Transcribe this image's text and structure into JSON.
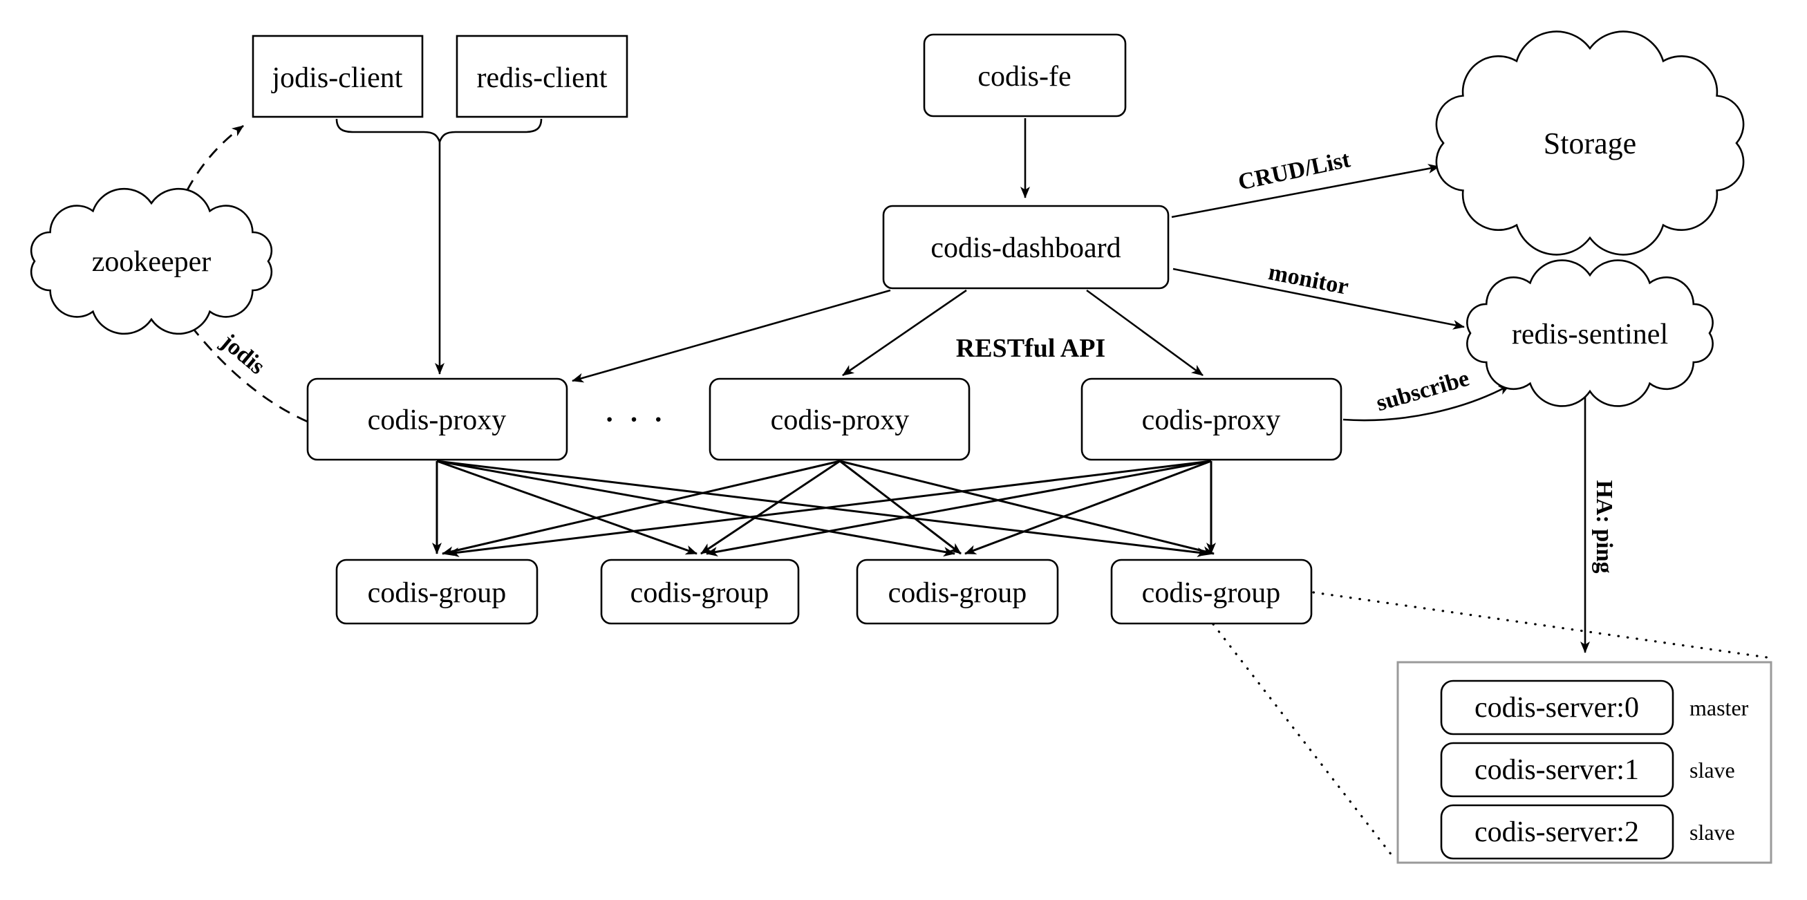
{
  "nodes": {
    "jodis_client": "jodis-client",
    "redis_client": "redis-client",
    "codis_fe": "codis-fe",
    "codis_dashboard": "codis-dashboard",
    "storage": "Storage",
    "zookeeper": "zookeeper",
    "redis_sentinel": "redis-sentinel",
    "codis_proxy_1": "codis-proxy",
    "codis_proxy_2": "codis-proxy",
    "codis_proxy_3": "codis-proxy",
    "proxy_ellipsis": "· · ·",
    "codis_group_1": "codis-group",
    "codis_group_2": "codis-group",
    "codis_group_3": "codis-group",
    "codis_group_4": "codis-group",
    "codis_server_0": "codis-server:0",
    "codis_server_1": "codis-server:1",
    "codis_server_2": "codis-server:2"
  },
  "server_roles": {
    "server_0": "master",
    "server_1": "slave",
    "server_2": "slave"
  },
  "edge_labels": {
    "crud_list": "CRUD/List",
    "monitor": "monitor",
    "restful_api": "RESTful API",
    "subscribe": "subscribe",
    "jodis": "jodis",
    "ha_ping": "HA: ping"
  },
  "colors": {
    "stroke": "#000000",
    "container_stroke": "#9a9a9a",
    "background": "#ffffff"
  }
}
